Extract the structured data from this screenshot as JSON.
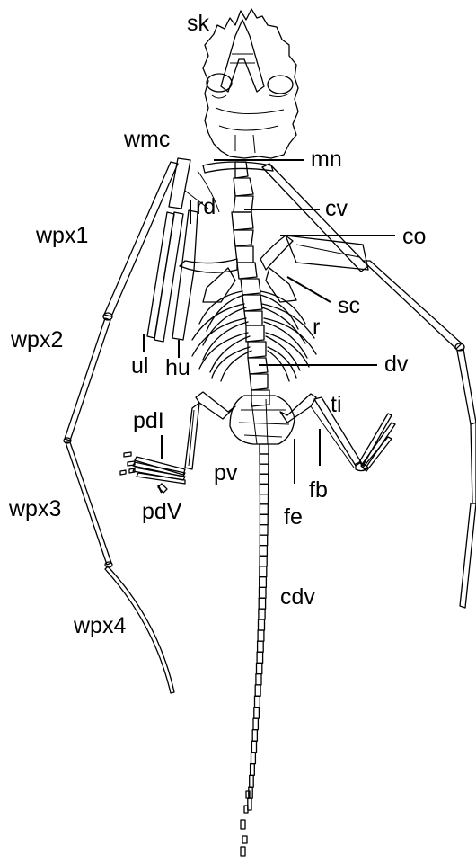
{
  "figure": {
    "labels": {
      "sk": "sk",
      "wmc": "wmc",
      "mn": "mn",
      "rd": "rd",
      "cv": "cv",
      "wpx1": "wpx1",
      "co": "co",
      "sc": "sc",
      "r": "r",
      "wpx2": "wpx2",
      "ul": "ul",
      "hu": "hu",
      "dv": "dv",
      "ti": "ti",
      "pdI": "pdI",
      "pv": "pv",
      "fb": "fb",
      "wpx3": "wpx3",
      "pdV": "pdV",
      "fe": "fe",
      "cdv": "cdv",
      "wpx4": "wpx4"
    },
    "colors": {
      "ink": "#000000",
      "background": "#ffffff"
    }
  }
}
